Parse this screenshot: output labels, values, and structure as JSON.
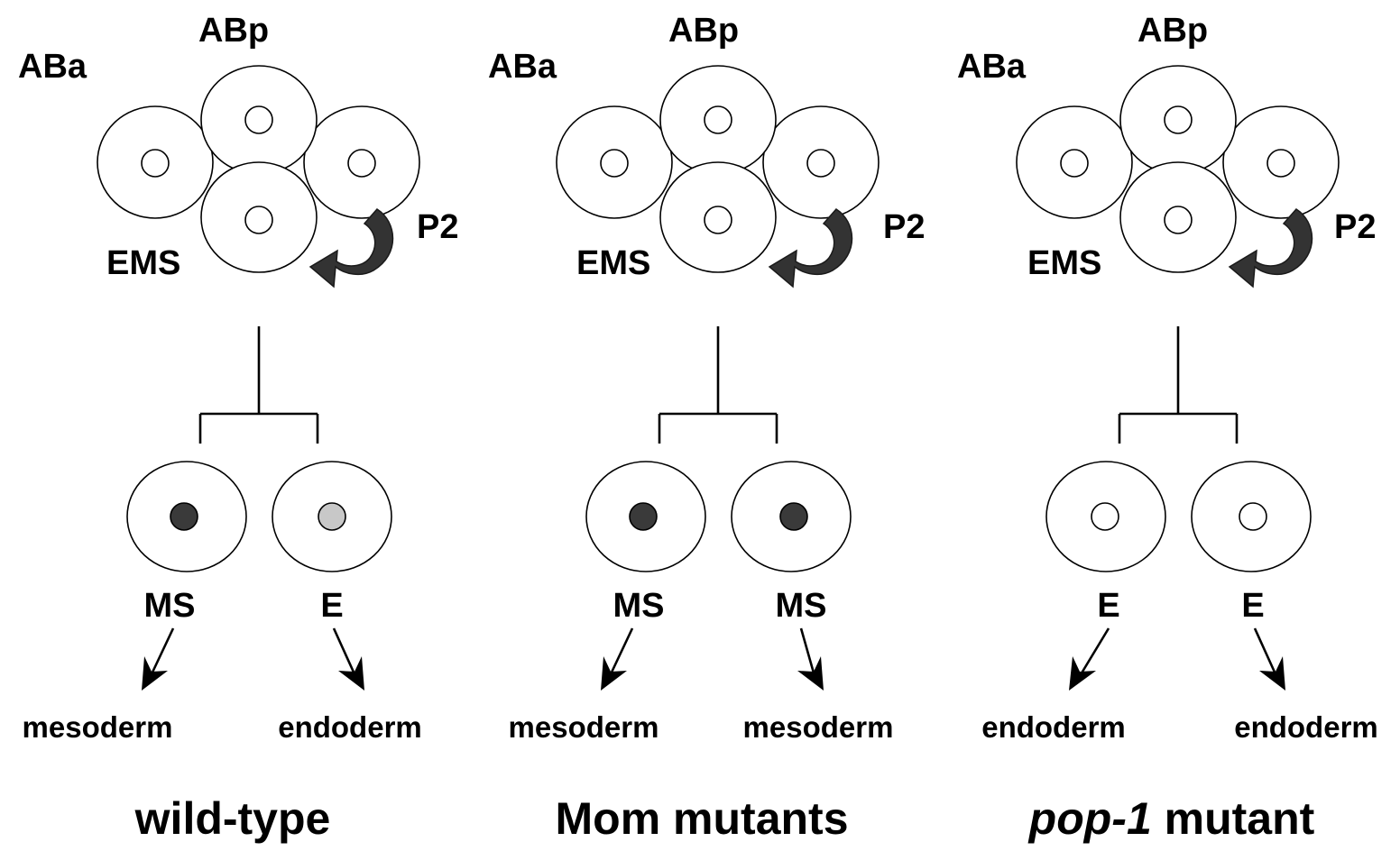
{
  "colors": {
    "nucleus_dark": "#3a3a3a",
    "nucleus_light": "#c8c8c8",
    "nucleus_empty": "#ffffff",
    "signal_arrow": "#333333"
  },
  "panels": [
    {
      "cells": {
        "aba": "ABa",
        "abp": "ABp",
        "ems": "EMS",
        "p2": "P2"
      },
      "daughters": [
        {
          "name": "MS",
          "fate": "mesoderm",
          "nucleus": "dark"
        },
        {
          "name": "E",
          "fate": "endoderm",
          "nucleus": "light"
        }
      ],
      "title": "wild-type",
      "title_italic_part": ""
    },
    {
      "cells": {
        "aba": "ABa",
        "abp": "ABp",
        "ems": "EMS",
        "p2": "P2"
      },
      "daughters": [
        {
          "name": "MS",
          "fate": "mesoderm",
          "nucleus": "dark"
        },
        {
          "name": "MS",
          "fate": "mesoderm",
          "nucleus": "dark"
        }
      ],
      "title": "Mom mutants",
      "title_italic_part": ""
    },
    {
      "cells": {
        "aba": "ABa",
        "abp": "ABp",
        "ems": "EMS",
        "p2": "P2"
      },
      "daughters": [
        {
          "name": "E",
          "fate": "endoderm",
          "nucleus": "empty"
        },
        {
          "name": "E",
          "fate": "endoderm",
          "nucleus": "empty"
        }
      ],
      "title": " mutant",
      "title_italic_part": "pop-1"
    }
  ]
}
